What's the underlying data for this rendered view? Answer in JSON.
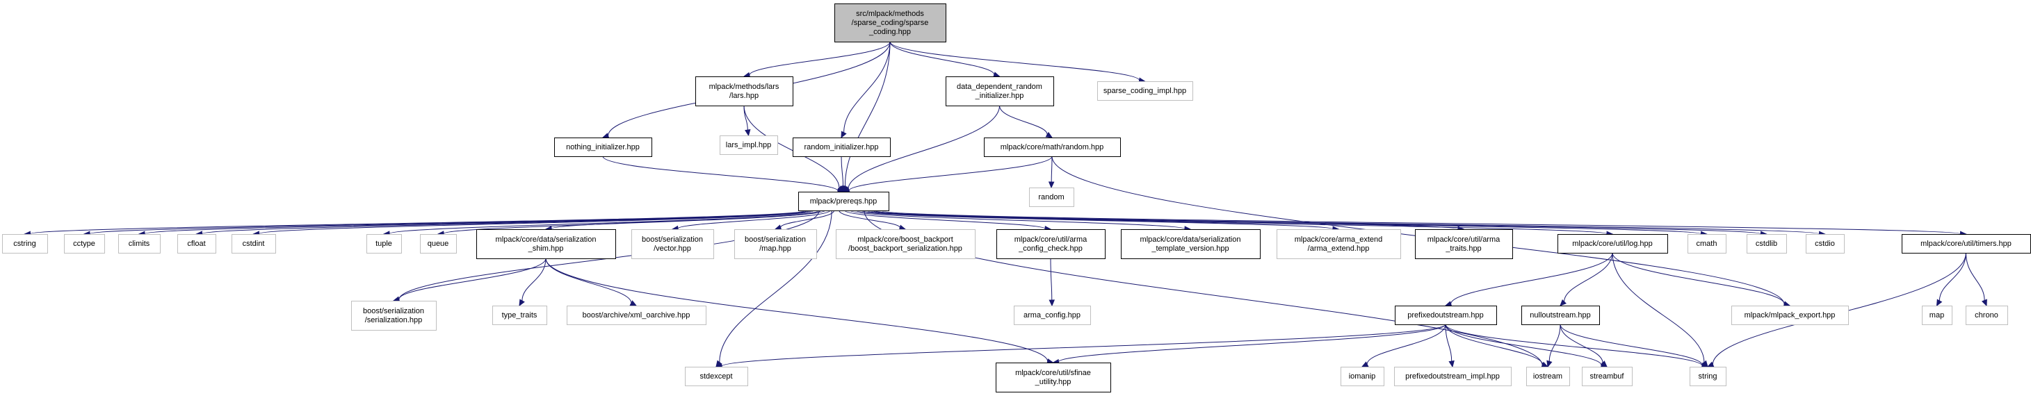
{
  "colors": {
    "root_fill": "#bfbfbf",
    "documented_border": "#000000",
    "external_border": "#bfbfbf",
    "edge": "#191970"
  },
  "nodes": {
    "sparse_coding": {
      "lines": [
        "src/mlpack/methods",
        "/sparse_coding/sparse",
        "_coding.hpp"
      ],
      "kind": "root"
    },
    "lars": {
      "lines": [
        "mlpack/methods/lars",
        "/lars.hpp"
      ],
      "kind": "doc"
    },
    "data_dependent": {
      "lines": [
        "data_dependent_random",
        "_initializer.hpp"
      ],
      "kind": "doc"
    },
    "sparse_coding_impl": {
      "lines": [
        "sparse_coding_impl.hpp"
      ],
      "kind": "ext"
    },
    "lars_impl": {
      "lines": [
        "lars_impl.hpp"
      ],
      "kind": "ext"
    },
    "nothing_initializer": {
      "lines": [
        "nothing_initializer.hpp"
      ],
      "kind": "doc"
    },
    "random_initializer": {
      "lines": [
        "random_initializer.hpp"
      ],
      "kind": "doc"
    },
    "math_random": {
      "lines": [
        "mlpack/core/math/random.hpp"
      ],
      "kind": "doc"
    },
    "random": {
      "lines": [
        "random"
      ],
      "kind": "ext"
    },
    "prereqs": {
      "lines": [
        "mlpack/prereqs.hpp"
      ],
      "kind": "doc"
    },
    "cstring": {
      "lines": [
        "cstring"
      ],
      "kind": "ext"
    },
    "cctype": {
      "lines": [
        "cctype"
      ],
      "kind": "ext"
    },
    "climits": {
      "lines": [
        "climits"
      ],
      "kind": "ext"
    },
    "cfloat": {
      "lines": [
        "cfloat"
      ],
      "kind": "ext"
    },
    "cstdint": {
      "lines": [
        "cstdint"
      ],
      "kind": "ext"
    },
    "tuple": {
      "lines": [
        "tuple"
      ],
      "kind": "ext"
    },
    "queue": {
      "lines": [
        "queue"
      ],
      "kind": "ext"
    },
    "ser_shim": {
      "lines": [
        "mlpack/core/data/serialization",
        "_shim.hpp"
      ],
      "kind": "doc"
    },
    "boost_vector": {
      "lines": [
        "boost/serialization",
        "/vector.hpp"
      ],
      "kind": "ext"
    },
    "boost_map": {
      "lines": [
        "boost/serialization",
        "/map.hpp"
      ],
      "kind": "ext"
    },
    "boost_backport": {
      "lines": [
        "mlpack/core/boost_backport",
        "/boost_backport_serialization.hpp"
      ],
      "kind": "ext"
    },
    "arma_config_check": {
      "lines": [
        "mlpack/core/util/arma",
        "_config_check.hpp"
      ],
      "kind": "doc"
    },
    "ser_template": {
      "lines": [
        "mlpack/core/data/serialization",
        "_template_version.hpp"
      ],
      "kind": "doc"
    },
    "arma_extend": {
      "lines": [
        "mlpack/core/arma_extend",
        "/arma_extend.hpp"
      ],
      "kind": "ext"
    },
    "arma_traits": {
      "lines": [
        "mlpack/core/util/arma",
        "_traits.hpp"
      ],
      "kind": "doc"
    },
    "log": {
      "lines": [
        "mlpack/core/util/log.hpp"
      ],
      "kind": "doc"
    },
    "cmath": {
      "lines": [
        "cmath"
      ],
      "kind": "ext"
    },
    "cstdlib": {
      "lines": [
        "cstdlib"
      ],
      "kind": "ext"
    },
    "cstdio": {
      "lines": [
        "cstdio"
      ],
      "kind": "ext"
    },
    "timers": {
      "lines": [
        "mlpack/core/util/timers.hpp"
      ],
      "kind": "doc"
    },
    "boost_serialization": {
      "lines": [
        "boost/serialization",
        "/serialization.hpp"
      ],
      "kind": "ext"
    },
    "type_traits": {
      "lines": [
        "type_traits"
      ],
      "kind": "ext"
    },
    "xml_oarchive": {
      "lines": [
        "boost/archive/xml_oarchive.hpp"
      ],
      "kind": "ext"
    },
    "arma_config": {
      "lines": [
        "arma_config.hpp"
      ],
      "kind": "ext"
    },
    "prefixedoutstream": {
      "lines": [
        "prefixedoutstream.hpp"
      ],
      "kind": "doc"
    },
    "nulloutstream": {
      "lines": [
        "nulloutstream.hpp"
      ],
      "kind": "doc"
    },
    "mlpack_export": {
      "lines": [
        "mlpack/mlpack_export.hpp"
      ],
      "kind": "ext"
    },
    "map": {
      "lines": [
        "map"
      ],
      "kind": "ext"
    },
    "chrono": {
      "lines": [
        "chrono"
      ],
      "kind": "ext"
    },
    "stdexcept": {
      "lines": [
        "stdexcept"
      ],
      "kind": "ext"
    },
    "sfinae": {
      "lines": [
        "mlpack/core/util/sfinae",
        "_utility.hpp"
      ],
      "kind": "doc"
    },
    "iomanip": {
      "lines": [
        "iomanip"
      ],
      "kind": "ext"
    },
    "prefixedoutstream_impl": {
      "lines": [
        "prefixedoutstream_impl.hpp"
      ],
      "kind": "ext"
    },
    "iostream": {
      "lines": [
        "iostream"
      ],
      "kind": "ext"
    },
    "streambuf": {
      "lines": [
        "streambuf"
      ],
      "kind": "ext"
    },
    "string": {
      "lines": [
        "string"
      ],
      "kind": "ext"
    }
  },
  "edges": [
    [
      "sparse_coding",
      "lars"
    ],
    [
      "sparse_coding",
      "data_dependent"
    ],
    [
      "sparse_coding",
      "sparse_coding_impl"
    ],
    [
      "sparse_coding",
      "nothing_initializer"
    ],
    [
      "sparse_coding",
      "random_initializer"
    ],
    [
      "sparse_coding",
      "prereqs"
    ],
    [
      "lars",
      "lars_impl"
    ],
    [
      "lars",
      "prereqs"
    ],
    [
      "data_dependent",
      "math_random"
    ],
    [
      "data_dependent",
      "prereqs"
    ],
    [
      "nothing_initializer",
      "prereqs"
    ],
    [
      "random_initializer",
      "prereqs"
    ],
    [
      "math_random",
      "random"
    ],
    [
      "math_random",
      "prereqs"
    ],
    [
      "math_random",
      "mlpack_export"
    ],
    [
      "prereqs",
      "cstring"
    ],
    [
      "prereqs",
      "cctype"
    ],
    [
      "prereqs",
      "climits"
    ],
    [
      "prereqs",
      "cfloat"
    ],
    [
      "prereqs",
      "cstdint"
    ],
    [
      "prereqs",
      "tuple"
    ],
    [
      "prereqs",
      "queue"
    ],
    [
      "prereqs",
      "ser_shim"
    ],
    [
      "prereqs",
      "boost_vector"
    ],
    [
      "prereqs",
      "boost_map"
    ],
    [
      "prereqs",
      "boost_backport"
    ],
    [
      "prereqs",
      "arma_config_check"
    ],
    [
      "prereqs",
      "ser_template"
    ],
    [
      "prereqs",
      "arma_extend"
    ],
    [
      "prereqs",
      "arma_traits"
    ],
    [
      "prereqs",
      "log"
    ],
    [
      "prereqs",
      "cmath"
    ],
    [
      "prereqs",
      "cstdlib"
    ],
    [
      "prereqs",
      "cstdio"
    ],
    [
      "prereqs",
      "timers"
    ],
    [
      "prereqs",
      "boost_serialization"
    ],
    [
      "prereqs",
      "stdexcept"
    ],
    [
      "prereqs",
      "iostream"
    ],
    [
      "ser_shim",
      "boost_serialization"
    ],
    [
      "ser_shim",
      "type_traits"
    ],
    [
      "ser_shim",
      "xml_oarchive"
    ],
    [
      "ser_shim",
      "sfinae"
    ],
    [
      "arma_config_check",
      "arma_config"
    ],
    [
      "log",
      "prefixedoutstream"
    ],
    [
      "log",
      "nulloutstream"
    ],
    [
      "log",
      "mlpack_export"
    ],
    [
      "log",
      "string"
    ],
    [
      "timers",
      "map"
    ],
    [
      "timers",
      "chrono"
    ],
    [
      "timers",
      "string"
    ],
    [
      "prefixedoutstream",
      "stdexcept"
    ],
    [
      "prefixedoutstream",
      "sfinae"
    ],
    [
      "prefixedoutstream",
      "iomanip"
    ],
    [
      "prefixedoutstream",
      "prefixedoutstream_impl"
    ],
    [
      "prefixedoutstream",
      "iostream"
    ],
    [
      "prefixedoutstream",
      "streambuf"
    ],
    [
      "prefixedoutstream",
      "string"
    ],
    [
      "nulloutstream",
      "iostream"
    ],
    [
      "nulloutstream",
      "streambuf"
    ],
    [
      "nulloutstream",
      "string"
    ]
  ]
}
